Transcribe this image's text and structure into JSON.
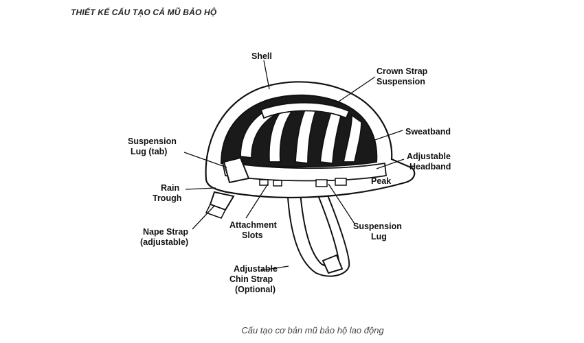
{
  "title": "THIẾT KẾ CẤU TẠO CẢ MŨ BẢO HỘ",
  "caption": "Cấu tạo cơ bản mũ bảo hộ lao động",
  "labels": {
    "shell": "Shell",
    "crown_strap": [
      "Crown Strap",
      "Suspension"
    ],
    "sweatband": "Sweatband",
    "adjustable_headband": [
      "Adjustable",
      "Headband"
    ],
    "peak": "Peak",
    "suspension_lug_tab": [
      "Suspension",
      "Lug (tab)"
    ],
    "rain_trough": [
      "Rain",
      "Trough"
    ],
    "nape_strap": [
      "Nape Strap",
      "(adjustable)"
    ],
    "attachment_slots": [
      "Attachment",
      "Slots"
    ],
    "suspension_lug": [
      "Suspension",
      "Lug"
    ],
    "chin_strap": [
      "Adjustable",
      "Chin Strap",
      "(Optional)"
    ]
  },
  "colors": {
    "ink": "#111111",
    "shell_fill": "#ffffff",
    "interior": "#1a1a1a"
  }
}
